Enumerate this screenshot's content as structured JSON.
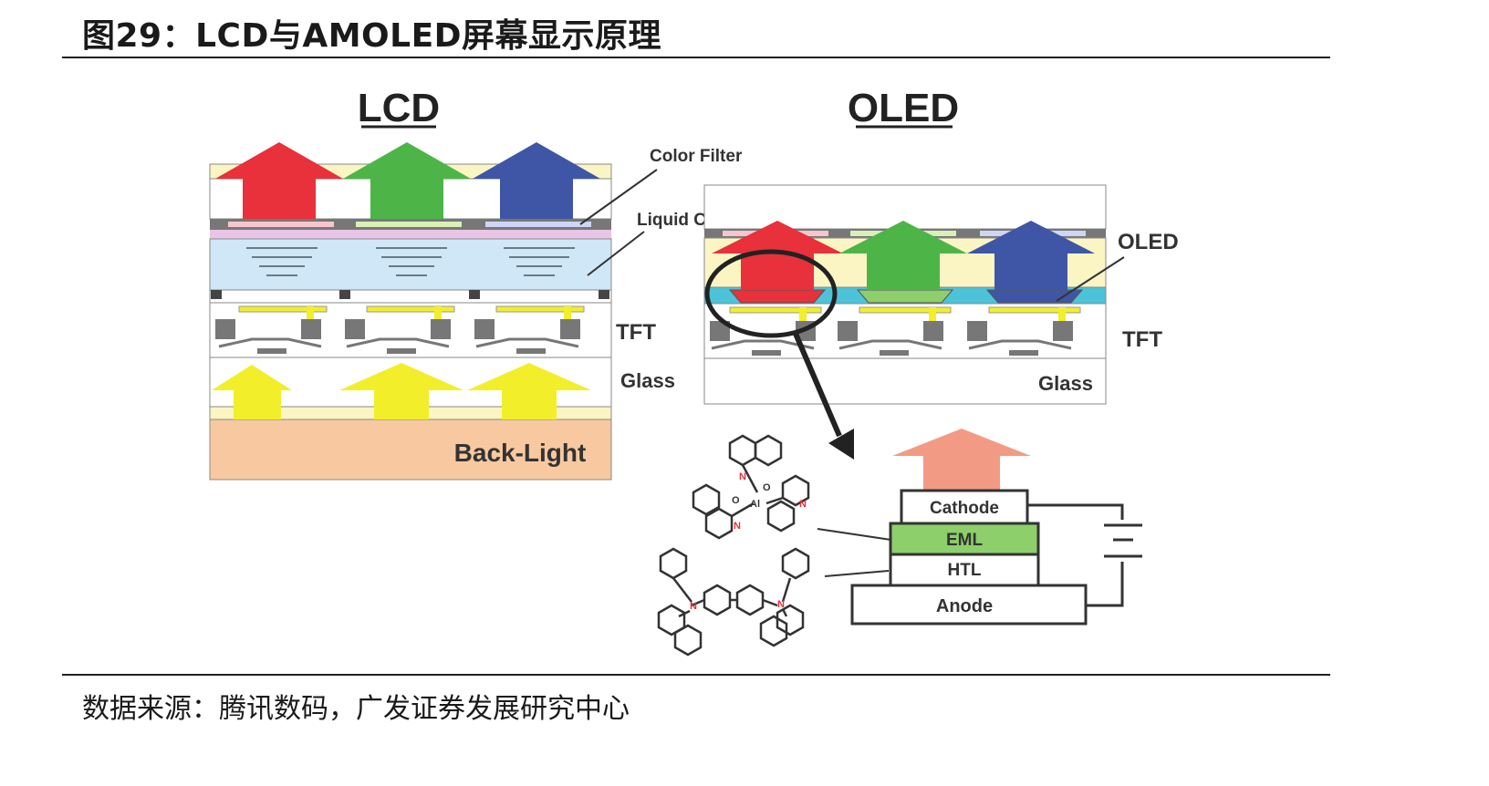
{
  "figure": {
    "title": "图29：LCD与AMOLED屏幕显示原理",
    "source": "数据来源：腾讯数码，广发证券发展研究中心"
  },
  "lcd": {
    "heading": "LCD",
    "labels": {
      "color_filter": "Color Filter",
      "liquid_crystal": "Liquid Crystal",
      "tft": "TFT",
      "glass": "Glass",
      "backlight": "Back-Light"
    }
  },
  "oled": {
    "heading": "OLED",
    "labels": {
      "oled": "OLED",
      "tft": "TFT",
      "glass": "Glass"
    }
  },
  "stack": {
    "cathode": "Cathode",
    "eml": "EML",
    "htl": "HTL",
    "anode": "Anode"
  },
  "molecule": {
    "n": "N",
    "o": "O",
    "al": "Al"
  },
  "colors": {
    "red": "#e8313a",
    "green": "#4db548",
    "blue": "#3f56a6",
    "yellow": "#f2ef2a",
    "backlight": "#f8c9a0",
    "liquid_crystal": "#cfe7f6",
    "cathode_arrow": "#f39a84",
    "eml": "#8dcf6a"
  }
}
